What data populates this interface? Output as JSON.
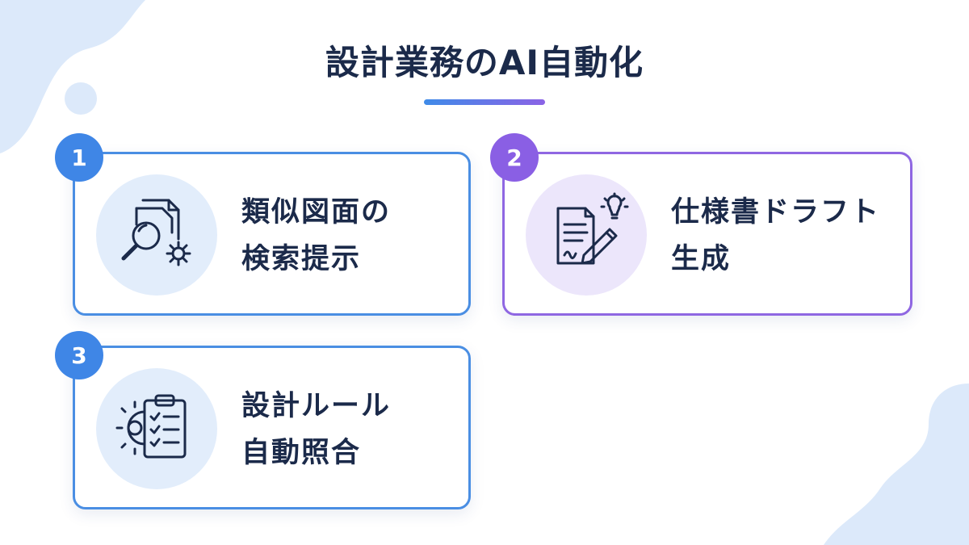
{
  "title": "設計業務のAI自動化",
  "colors": {
    "blue_accent": "#4a8ee3",
    "purple_accent": "#8f67e2",
    "text_dark": "#1b2a4a",
    "blob": "#deeafa"
  },
  "cards": [
    {
      "number": "1",
      "label_lines": [
        "類似図面の",
        "検索提示"
      ],
      "icon": "document-search-gear-icon",
      "accent": "blue"
    },
    {
      "number": "2",
      "label_lines": [
        "仕様書ドラフト",
        "生成"
      ],
      "icon": "document-pen-lightbulb-icon",
      "accent": "purple"
    },
    {
      "number": "3",
      "label_lines": [
        "設計ルール",
        "自動照合"
      ],
      "icon": "gear-clipboard-checklist-icon",
      "accent": "blue"
    }
  ]
}
